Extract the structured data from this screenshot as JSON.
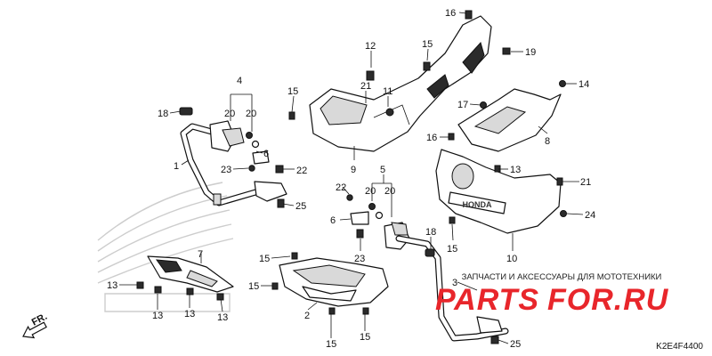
{
  "diagram": {
    "code": "K2E4F4400",
    "direction_label": "FR.",
    "watermark": {
      "tagline": "ЗАПЧАСТИ И АКСЕССУАРЫ ДЛЯ МОТОТЕХНИКИ",
      "brand_left": "PARTS",
      "brand_right": "FOR.RU"
    },
    "emblem_text": "HONDA",
    "callouts": [
      {
        "id": "c16a",
        "label": "16"
      },
      {
        "id": "c12",
        "label": "12"
      },
      {
        "id": "c15a",
        "label": "15"
      },
      {
        "id": "c19",
        "label": "19"
      },
      {
        "id": "c14",
        "label": "14"
      },
      {
        "id": "c4",
        "label": "4"
      },
      {
        "id": "c15b",
        "label": "15"
      },
      {
        "id": "c21a",
        "label": "21"
      },
      {
        "id": "c11",
        "label": "11"
      },
      {
        "id": "c17",
        "label": "17"
      },
      {
        "id": "c18a",
        "label": "18"
      },
      {
        "id": "c20a",
        "label": "20"
      },
      {
        "id": "c20b",
        "label": "20"
      },
      {
        "id": "c16b",
        "label": "16"
      },
      {
        "id": "c8",
        "label": "8"
      },
      {
        "id": "c6a",
        "label": "6"
      },
      {
        "id": "c1",
        "label": "1"
      },
      {
        "id": "c23a",
        "label": "23"
      },
      {
        "id": "c22a",
        "label": "22"
      },
      {
        "id": "c9",
        "label": "9"
      },
      {
        "id": "c5",
        "label": "5"
      },
      {
        "id": "c13a",
        "label": "13"
      },
      {
        "id": "c21b",
        "label": "21"
      },
      {
        "id": "c22b",
        "label": "22"
      },
      {
        "id": "c20c",
        "label": "20"
      },
      {
        "id": "c20d",
        "label": "20"
      },
      {
        "id": "c25a",
        "label": "25"
      },
      {
        "id": "c24",
        "label": "24"
      },
      {
        "id": "c6b",
        "label": "6"
      },
      {
        "id": "c15c",
        "label": "15"
      },
      {
        "id": "c18b",
        "label": "18"
      },
      {
        "id": "c10",
        "label": "10"
      },
      {
        "id": "c7",
        "label": "7"
      },
      {
        "id": "c23b",
        "label": "23"
      },
      {
        "id": "c15d",
        "label": "15"
      },
      {
        "id": "c3",
        "label": "3"
      },
      {
        "id": "c13b",
        "label": "13"
      },
      {
        "id": "c15e",
        "label": "15"
      },
      {
        "id": "c2",
        "label": "2"
      },
      {
        "id": "c13c",
        "label": "13"
      },
      {
        "id": "c13d",
        "label": "13"
      },
      {
        "id": "c13e",
        "label": "13"
      },
      {
        "id": "c15f",
        "label": "15"
      },
      {
        "id": "c15g",
        "label": "15"
      },
      {
        "id": "c25b",
        "label": "25"
      }
    ]
  }
}
